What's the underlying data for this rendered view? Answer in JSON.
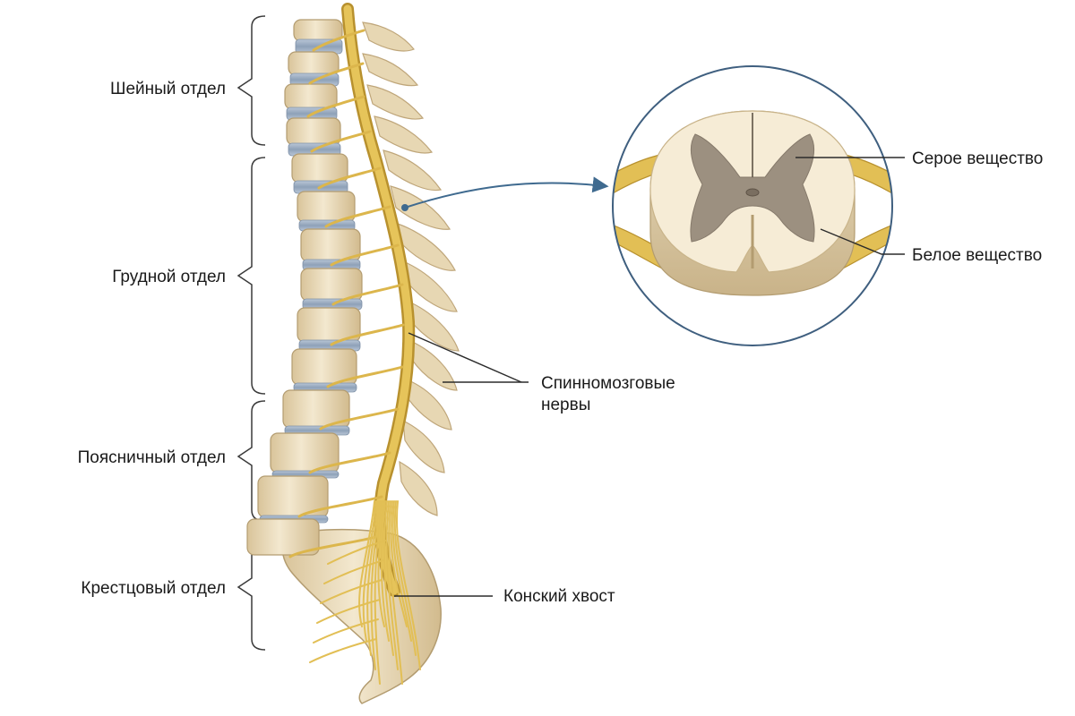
{
  "regions": {
    "cervical": "Шейный отдел",
    "thoracic": "Грудной отдел",
    "lumbar": "Поясничный отдел",
    "sacral": "Крестцовый отдел"
  },
  "annotations": {
    "spinal_nerves_line1": "Спинномозговые",
    "spinal_nerves_line2": "нервы",
    "cauda_equina": "Конский хвост",
    "gray_matter": "Серое вещество",
    "white_matter": "Белое вещество"
  },
  "colors": {
    "bone": "#efe3c6",
    "bone_shadow": "#c9b48a",
    "disc": "#9fb0c4",
    "nerve": "#e6c45a",
    "nerve_dark": "#b8912e",
    "gray_matter": "#9c9080",
    "inset_border": "#3f5f7f"
  }
}
